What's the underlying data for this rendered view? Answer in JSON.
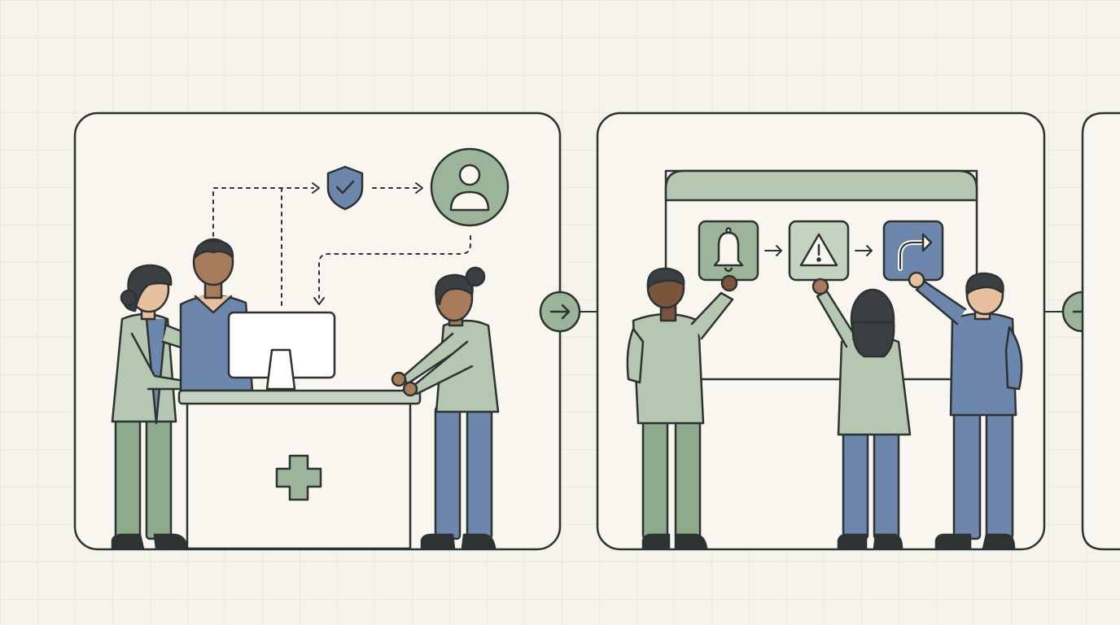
{
  "diagram": {
    "panels": [
      {
        "id": "panel-1",
        "scene": "reception-desk"
      },
      {
        "id": "panel-2",
        "scene": "alert-routing-board"
      },
      {
        "id": "panel-3",
        "scene": "cropped"
      }
    ],
    "connectors": [
      "panel-1-to-panel-2",
      "panel-2-to-panel-3"
    ],
    "panel1_icons": [
      "shield-check-icon",
      "user-avatar-icon",
      "medical-cross-icon"
    ],
    "panel2_steps": [
      {
        "icon": "bell-icon"
      },
      {
        "icon": "warning-icon"
      },
      {
        "icon": "redirect-arrow-icon"
      }
    ]
  },
  "colors": {
    "background": "#f5f3ea",
    "grid": "#e1dfd4",
    "outline": "#2d3232",
    "sage": "#9cb59a",
    "sage_light": "#c3d3bf",
    "slate_blue": "#6c87ab",
    "skin_light": "#e7c0a0",
    "skin_medium": "#a87b5a",
    "skin_dark": "#7a553c",
    "hair": "#3b3f42"
  }
}
